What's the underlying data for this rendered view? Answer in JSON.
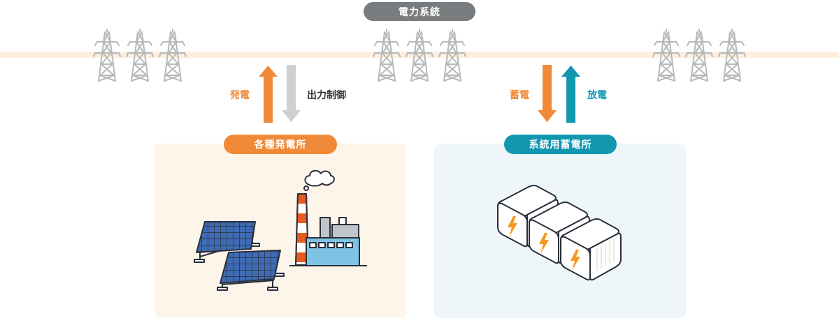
{
  "grid": {
    "label": "電力系統"
  },
  "generation": {
    "label": "各種発電所",
    "arrow_up_label": "発電",
    "arrow_down_label": "出力制御"
  },
  "storage": {
    "label": "系統用蓄電所",
    "arrow_down_label": "蓄電",
    "arrow_up_label": "放電"
  },
  "colors": {
    "orange": "#f08a38",
    "teal": "#1397b0",
    "gray_pill": "#797c7e",
    "gray_arrow": "#cdd0d2",
    "gen_panel_bg": "#fef5ea",
    "bat_panel_bg": "#eef6f9",
    "grid_line": "#fdeedd"
  },
  "icons": {
    "tower": "transmission-tower-icon",
    "solar": "solar-panel-icon",
    "factory": "power-plant-icon",
    "battery": "battery-container-icon"
  }
}
